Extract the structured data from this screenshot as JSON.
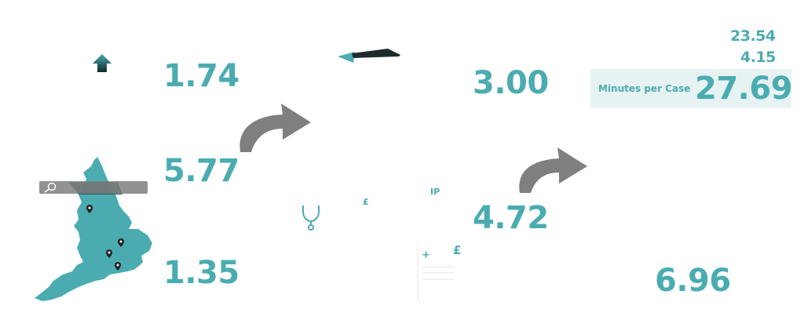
{
  "metrics": {
    "left_top": "1.74",
    "left_middle": "5.77",
    "left_bottom": "1.35",
    "center_top": "3.00",
    "center_bottom": "4.72",
    "right_top_1": "23.54",
    "right_top_2": "4.15",
    "right_bottom": "6.96"
  },
  "minutes_per_case": {
    "label": "Minutes per Case",
    "value": "27.69"
  },
  "glyphs": {
    "pound_1": "£",
    "pound_2": "£",
    "ip": "IP",
    "plus": "+"
  },
  "colors": {
    "accent": "#4aacb0",
    "highlight_bg": "#e7f3f3",
    "arrow_gray": "#7f7f7f"
  },
  "icons": [
    "up-arrow-icon",
    "curved-arrow-icon",
    "map-icon",
    "search-icon",
    "stethoscope-icon",
    "document-icon",
    "location-pin-icon"
  ]
}
